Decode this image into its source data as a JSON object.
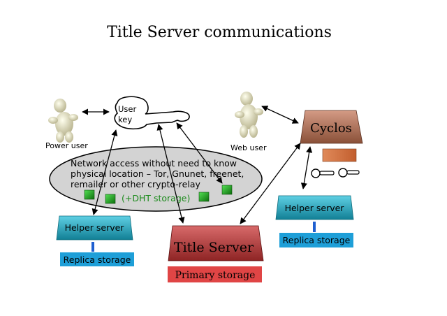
{
  "title": "Title Server communications",
  "actors": {
    "power_user": "Power user",
    "web_user": "Web user"
  },
  "user_key": [
    "User",
    "key"
  ],
  "network_cloud": {
    "lines": [
      "Network access without need to know",
      "physical location – Tor, Gnunet, freenet,",
      "remailer or other crypto-relay"
    ],
    "dht_label": "(+DHT storage)"
  },
  "cyclos": {
    "label": "Cyclos"
  },
  "title_server": {
    "label": "Title Server",
    "storage_label": "Primary storage"
  },
  "helper_left": {
    "label": "Helper server",
    "storage_label": "Replica storage"
  },
  "helper_right": {
    "label": "Helper server",
    "storage_label": "Replica storage"
  },
  "colors": {
    "cyclos": "#b8755a",
    "title_server": "#b33b3b",
    "helper": "#1aa5bf",
    "storage_blue": "#1e9fd8",
    "primary_storage": "#e04545",
    "dht_green": "#1a9a1a",
    "cloud_fill": "#d3d3d3"
  }
}
